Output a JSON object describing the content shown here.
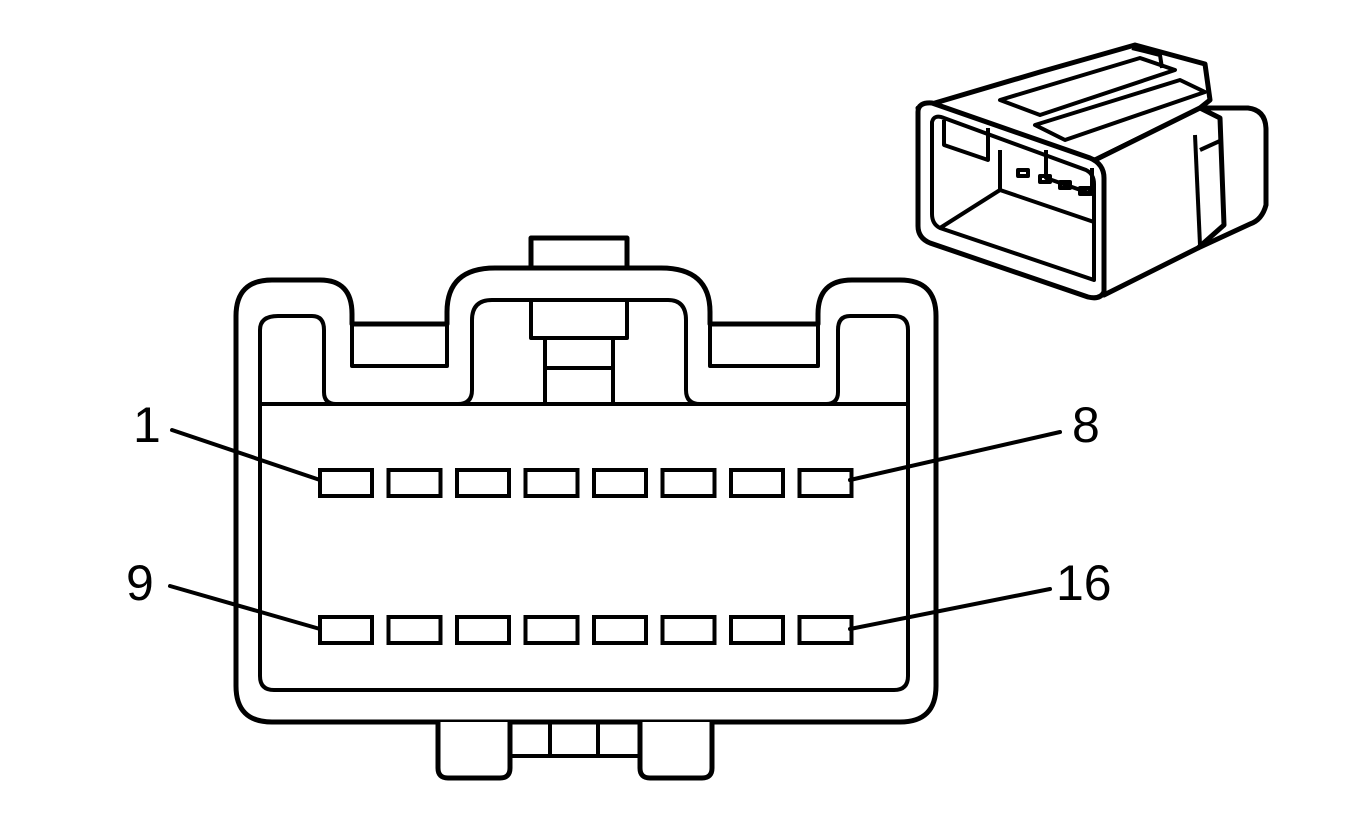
{
  "diagram": {
    "labels": {
      "row1_start": "1",
      "row1_end": "8",
      "row2_start": "9",
      "row2_end": "16"
    },
    "rows": [
      {
        "name": "top",
        "pins": [
          1,
          2,
          3,
          4,
          5,
          6,
          7,
          8
        ]
      },
      {
        "name": "bottom",
        "pins": [
          9,
          10,
          11,
          12,
          13,
          14,
          15,
          16
        ]
      }
    ]
  }
}
